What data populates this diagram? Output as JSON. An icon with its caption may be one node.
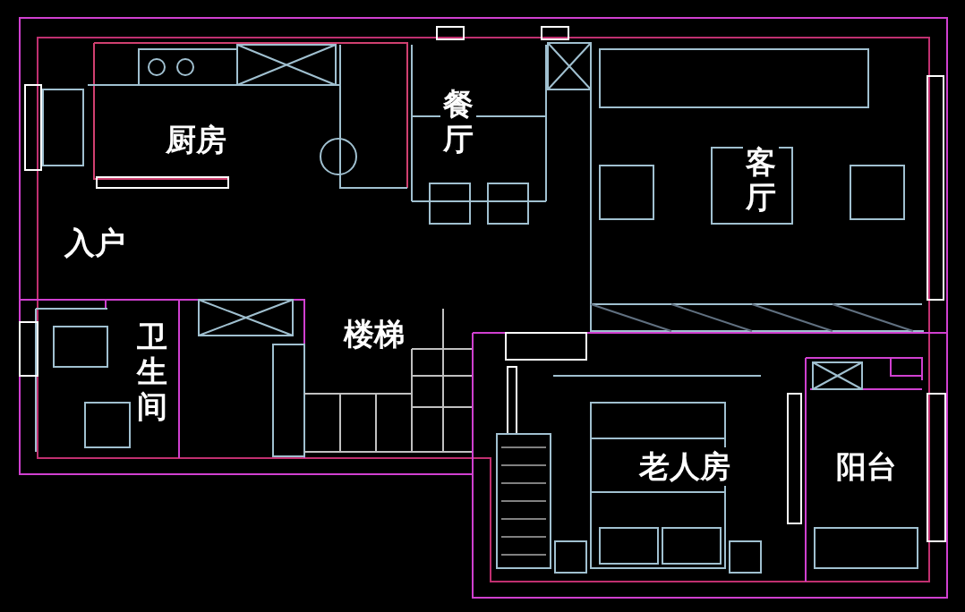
{
  "diagram": {
    "labels": [
      "厨房",
      "餐厅",
      "客厅",
      "入户",
      "楼梯",
      "卫生间",
      "老人房",
      "阳台"
    ]
  }
}
